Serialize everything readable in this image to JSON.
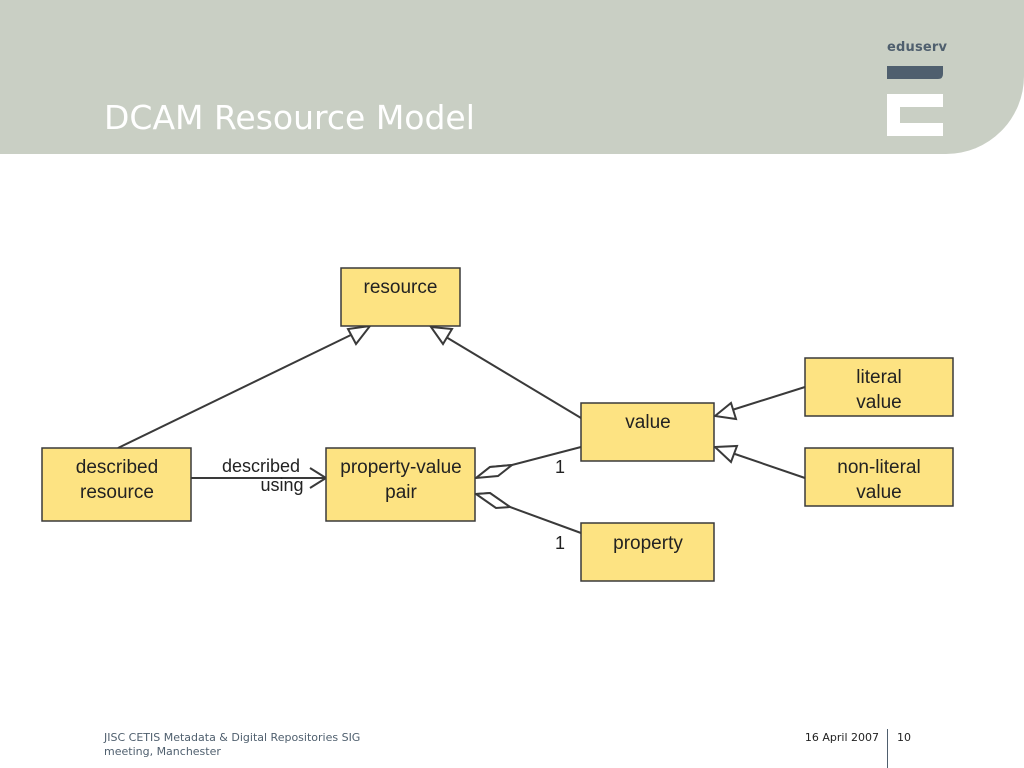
{
  "slide": {
    "title": "DCAM Resource Model",
    "logo_text": "eduserv",
    "footer": {
      "event_line1": "JISC CETIS Metadata & Digital Repositories SIG",
      "event_line2": "meeting, Manchester",
      "date": "16 April 2007",
      "page": "10"
    }
  },
  "colors": {
    "header_bg": "#c9cfc4",
    "node_fill": "#fde382",
    "node_stroke": "#3a3a3a",
    "logo": "#4f5f6e"
  },
  "diagram": {
    "nodes": {
      "resource": [
        "resource"
      ],
      "described_resource": [
        "described",
        "resource"
      ],
      "property_value_pair": [
        "property-value",
        "pair"
      ],
      "value": [
        "value"
      ],
      "property": [
        "property"
      ],
      "literal_value": [
        "literal",
        "value"
      ],
      "non_literal_value": [
        "non-literal",
        "value"
      ]
    },
    "edges": {
      "described_using": [
        "described",
        "using"
      ],
      "value_multiplicity": "1",
      "property_multiplicity": "1"
    }
  }
}
